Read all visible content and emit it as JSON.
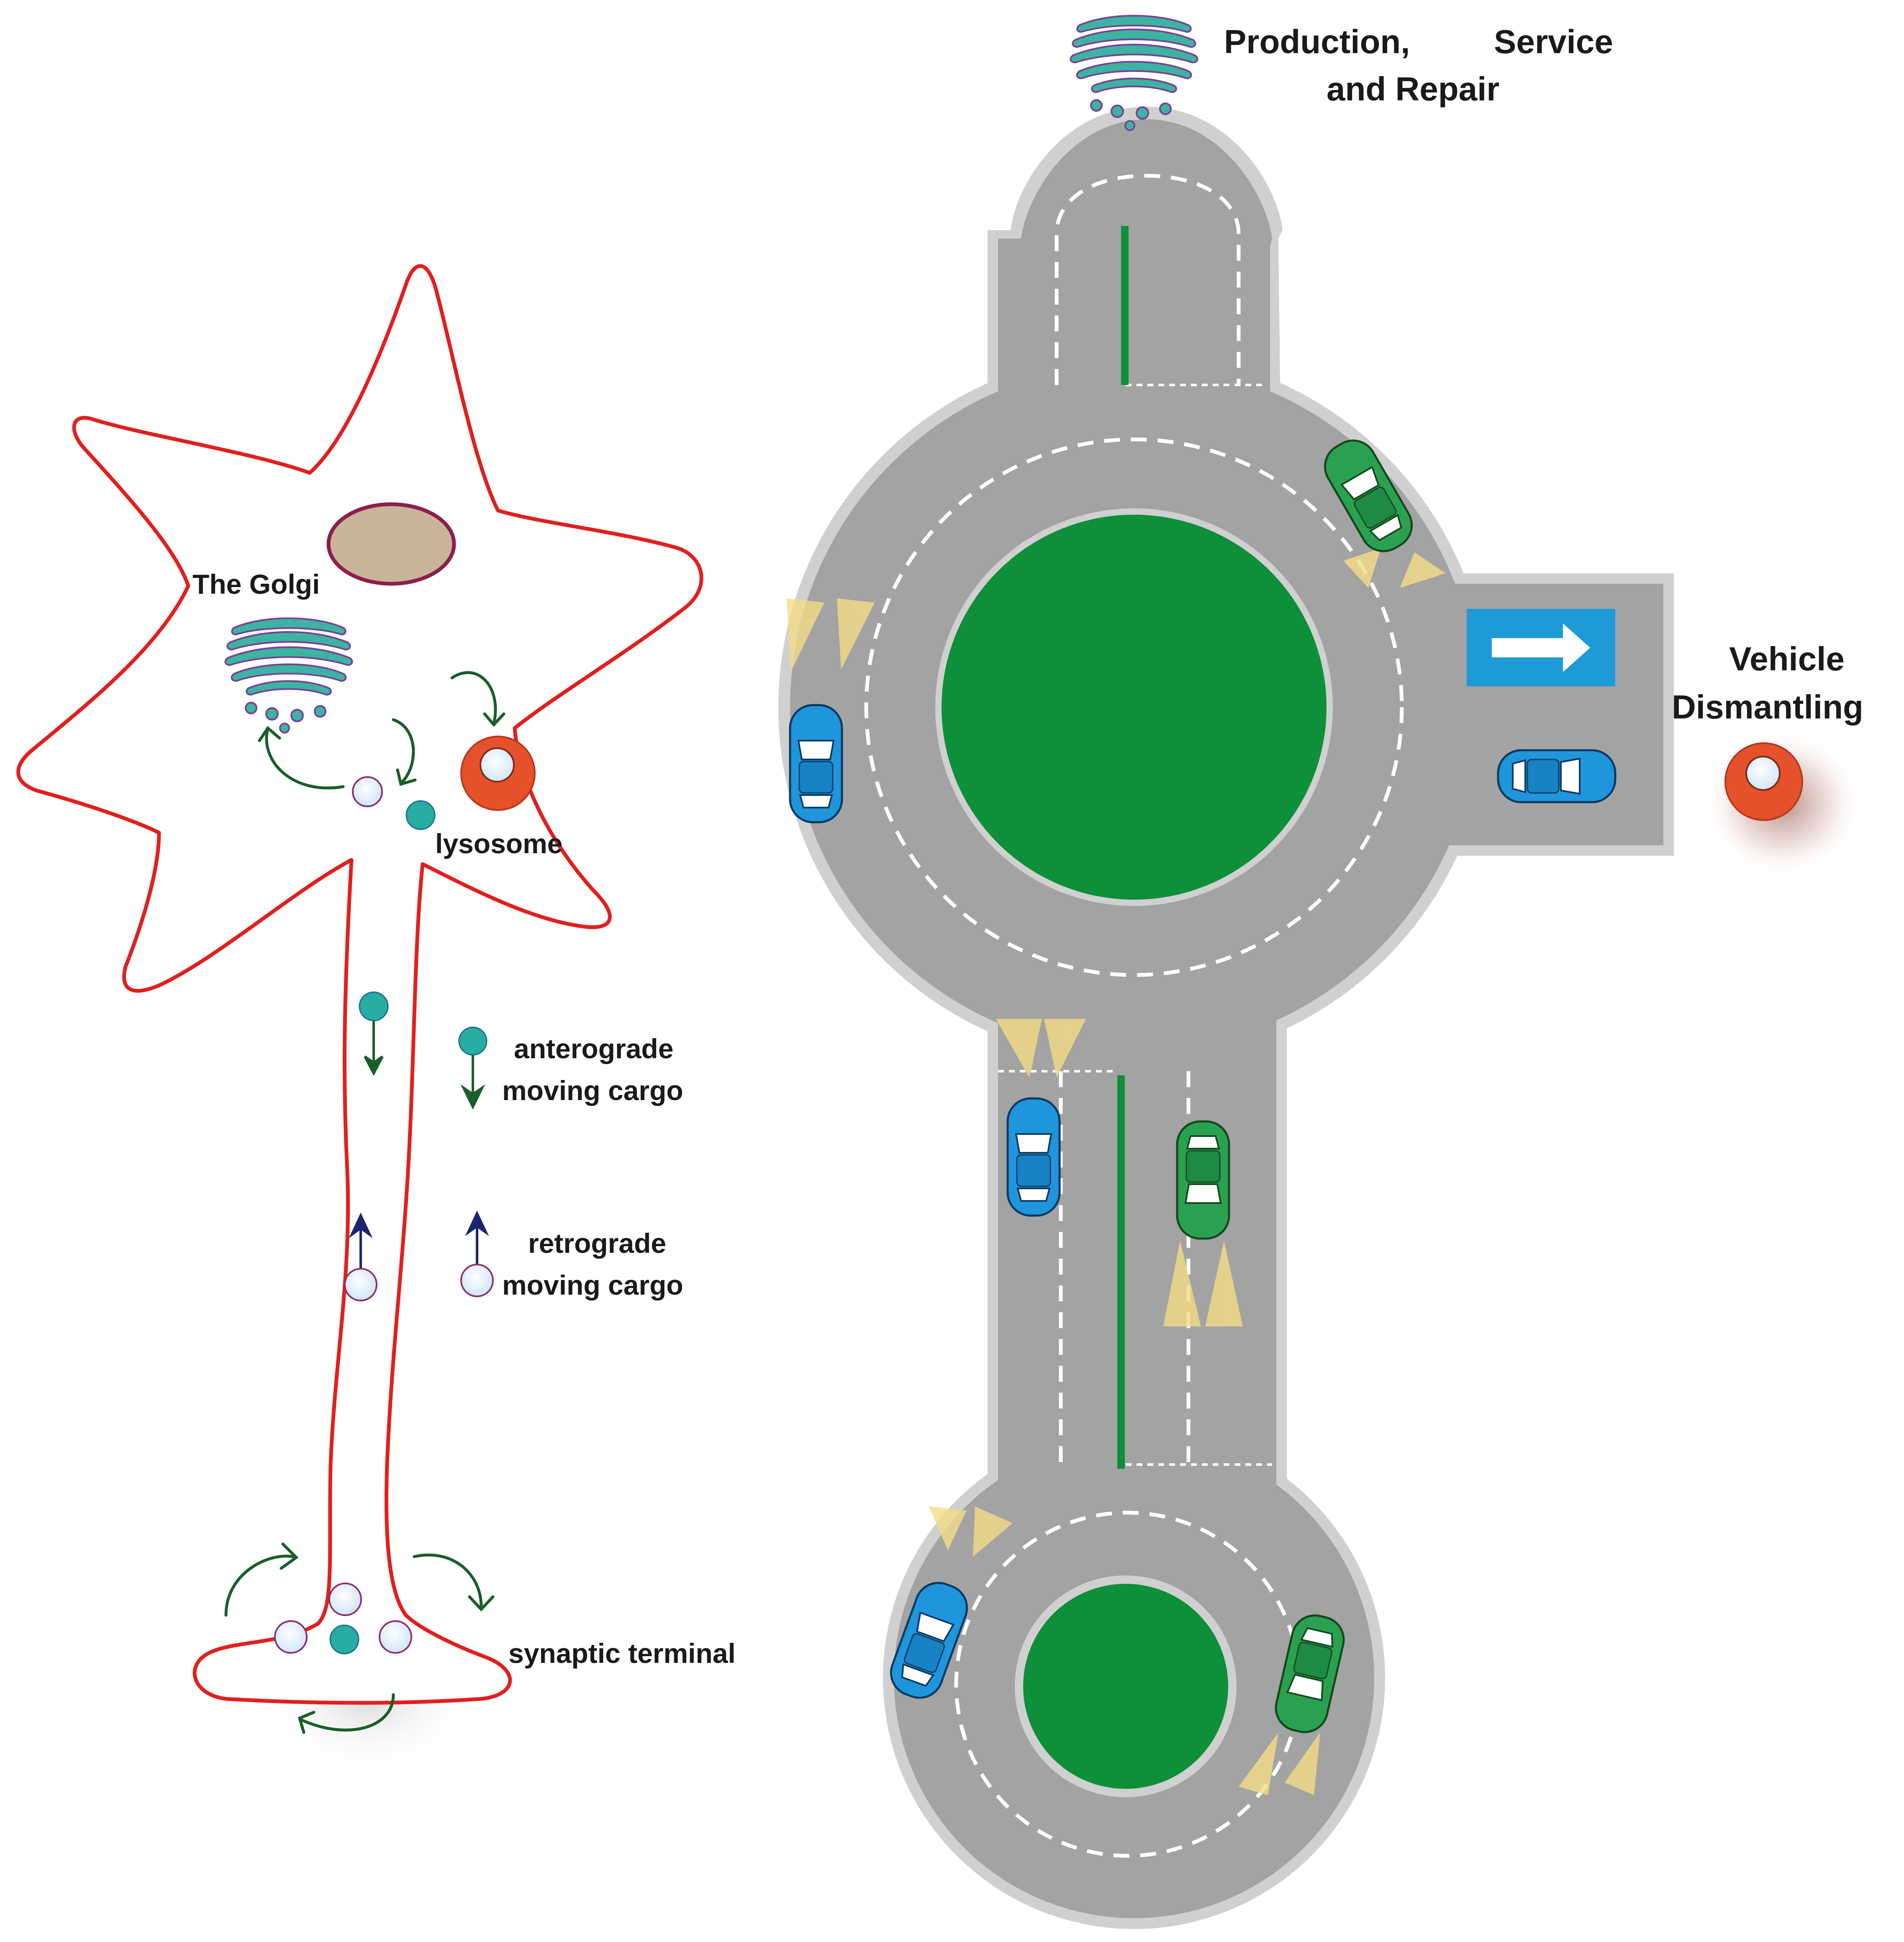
{
  "labels": {
    "golgi": "The Golgi",
    "lysosome": "lysosome",
    "anterograde_line1": "anterograde",
    "anterograde_line2": "moving cargo",
    "retrograde_line1": "retrograde",
    "retrograde_line2": "moving cargo",
    "synaptic_terminal": "synaptic terminal",
    "production_line1": "Production,",
    "production_line1b": "Service",
    "production_line2": "and Repair",
    "dismantling_line1": "Vehicle",
    "dismantling_line2": "Dismantling"
  },
  "colors": {
    "membrane": "#e0201f",
    "nucleus_fill": "#c9b59a",
    "nucleus_stroke": "#8c1f4e",
    "golgi_fill": "#3db3a2",
    "golgi_stroke": "#7a3f96",
    "lysosome_orange": "#e4512b",
    "vesicle_fill": "#e8f4fb",
    "vesicle_stroke": "#8c2f6e",
    "cargo_teal": "#27ada3",
    "arrow_green": "#1a5e2a",
    "arrow_navy": "#1c2470",
    "road": "#a3a3a3",
    "road_edge": "#d0d0d0",
    "island_green": "#0e8f3a",
    "sign_blue": "#1e9bd7",
    "car_blue": "#1f95dc",
    "car_green": "#2aa150",
    "headlight": "#f3dc86"
  },
  "icons": {
    "golgi": "golgi-apparatus-icon",
    "lysosome": "lysosome-icon",
    "direction_sign": "right-arrow-sign-icon",
    "car": "car-icon"
  }
}
